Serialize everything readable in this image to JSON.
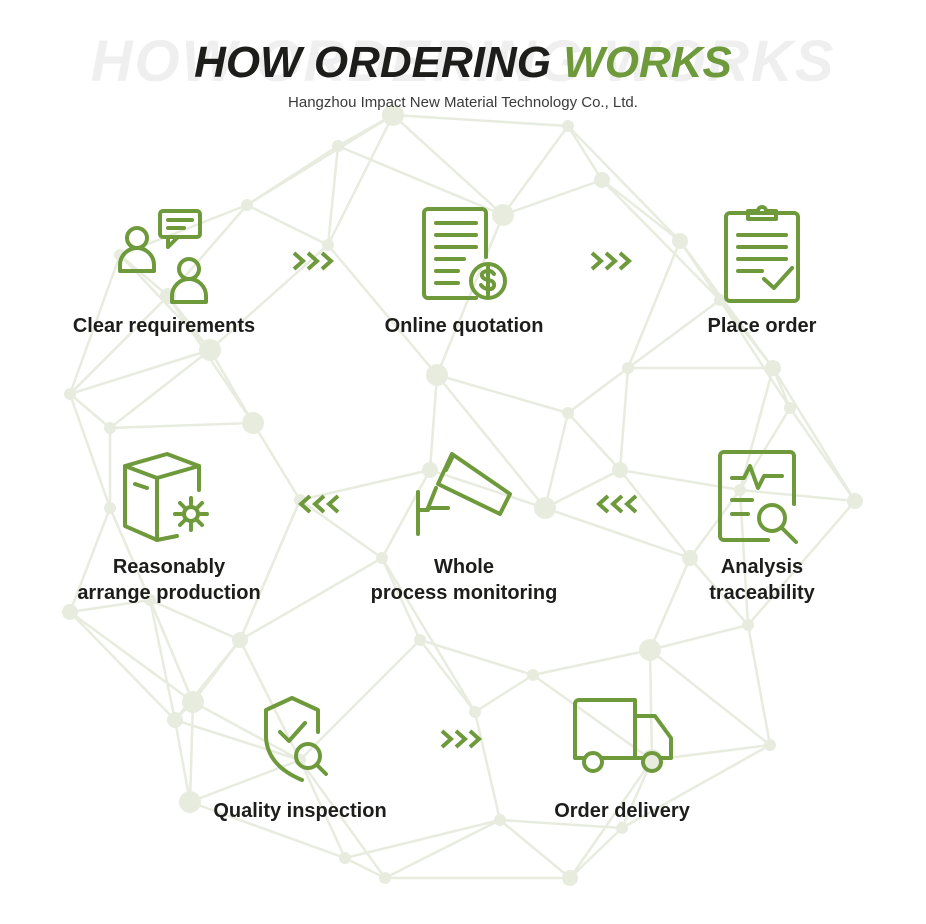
{
  "title": {
    "watermark": "HOW ORDERING WORKS",
    "main": "HOW ORDERING ",
    "accent": "WORKS",
    "subtitle": "Hangzhou Impact New Material Technology Co., Ltd."
  },
  "colors": {
    "accent": "#6e9a3c",
    "text": "#1d1d1b",
    "network": "#e7ecdf"
  },
  "steps": [
    {
      "icon": "people-chat-icon",
      "label": "Clear requirements"
    },
    {
      "icon": "quotation-dollar-icon",
      "label": "Online quotation"
    },
    {
      "icon": "clipboard-check-icon",
      "label": "Place order"
    },
    {
      "icon": "document-search-icon",
      "label_line1": "Analysis",
      "label_line2": "traceability"
    },
    {
      "icon": "surveillance-camera-icon",
      "label_line1": "Whole",
      "label_line2": "process monitoring"
    },
    {
      "icon": "box-gear-icon",
      "label_line1": "Reasonably",
      "label_line2": "arrange production"
    },
    {
      "icon": "shield-search-icon",
      "label": "Quality inspection"
    },
    {
      "icon": "delivery-truck-icon",
      "label": "Order delivery"
    }
  ]
}
